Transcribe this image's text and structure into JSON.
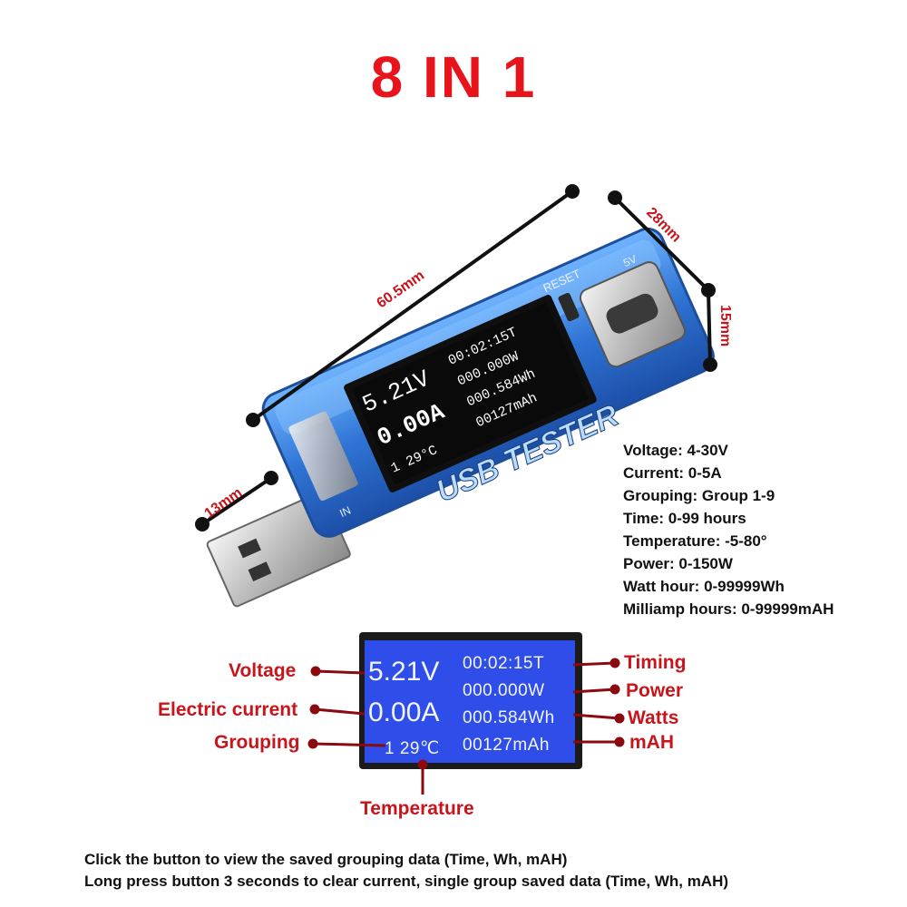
{
  "title": "8 IN 1",
  "dimensions": {
    "length": "60.5mm",
    "width": "28mm",
    "height": "15mm",
    "plug": "13mm"
  },
  "device": {
    "reset_label": "RESET",
    "brand_text": "USB TESTER",
    "in_label": "IN",
    "out_label": "5V",
    "screen": {
      "voltage": "5.21V",
      "current": "0.00A",
      "group_temp": "1 29°C",
      "time": "00:02:15T",
      "power": "000.000W",
      "watt_hours": "000.584Wh",
      "mah": "00127mAh"
    }
  },
  "specs": [
    "Voltage: 4-30V",
    "Current: 0-5A",
    "Grouping: Group 1-9",
    "Time: 0-99 hours",
    "Temperature: -5-80°",
    "Power: 0-150W",
    "Watt hour: 0-99999Wh",
    "Milliamp hours: 0-99999mAH"
  ],
  "lcd": {
    "voltage": "5.21V",
    "current": "0.00A",
    "group_temp": "1 29℃",
    "time": "00:02:15T",
    "power": "000.000W",
    "watt_hours": "000.584Wh",
    "mah": "00127mAh"
  },
  "labels": {
    "voltage": "Voltage",
    "current": "Electric current",
    "grouping": "Grouping",
    "temperature": "Temperature",
    "timing": "Timing",
    "power": "Power",
    "watts": "Watts",
    "mah": "mAH"
  },
  "instructions": [
    "Click the button to view the saved grouping data (Time, Wh, mAH)",
    "Long press button 3 seconds to clear current, single group saved data (Time, Wh, mAH)"
  ],
  "colors": {
    "title": "#e8141b",
    "label": "#c8141b",
    "lcd_bg": "#2f4de9",
    "device_blue": "#3a7fd6"
  }
}
